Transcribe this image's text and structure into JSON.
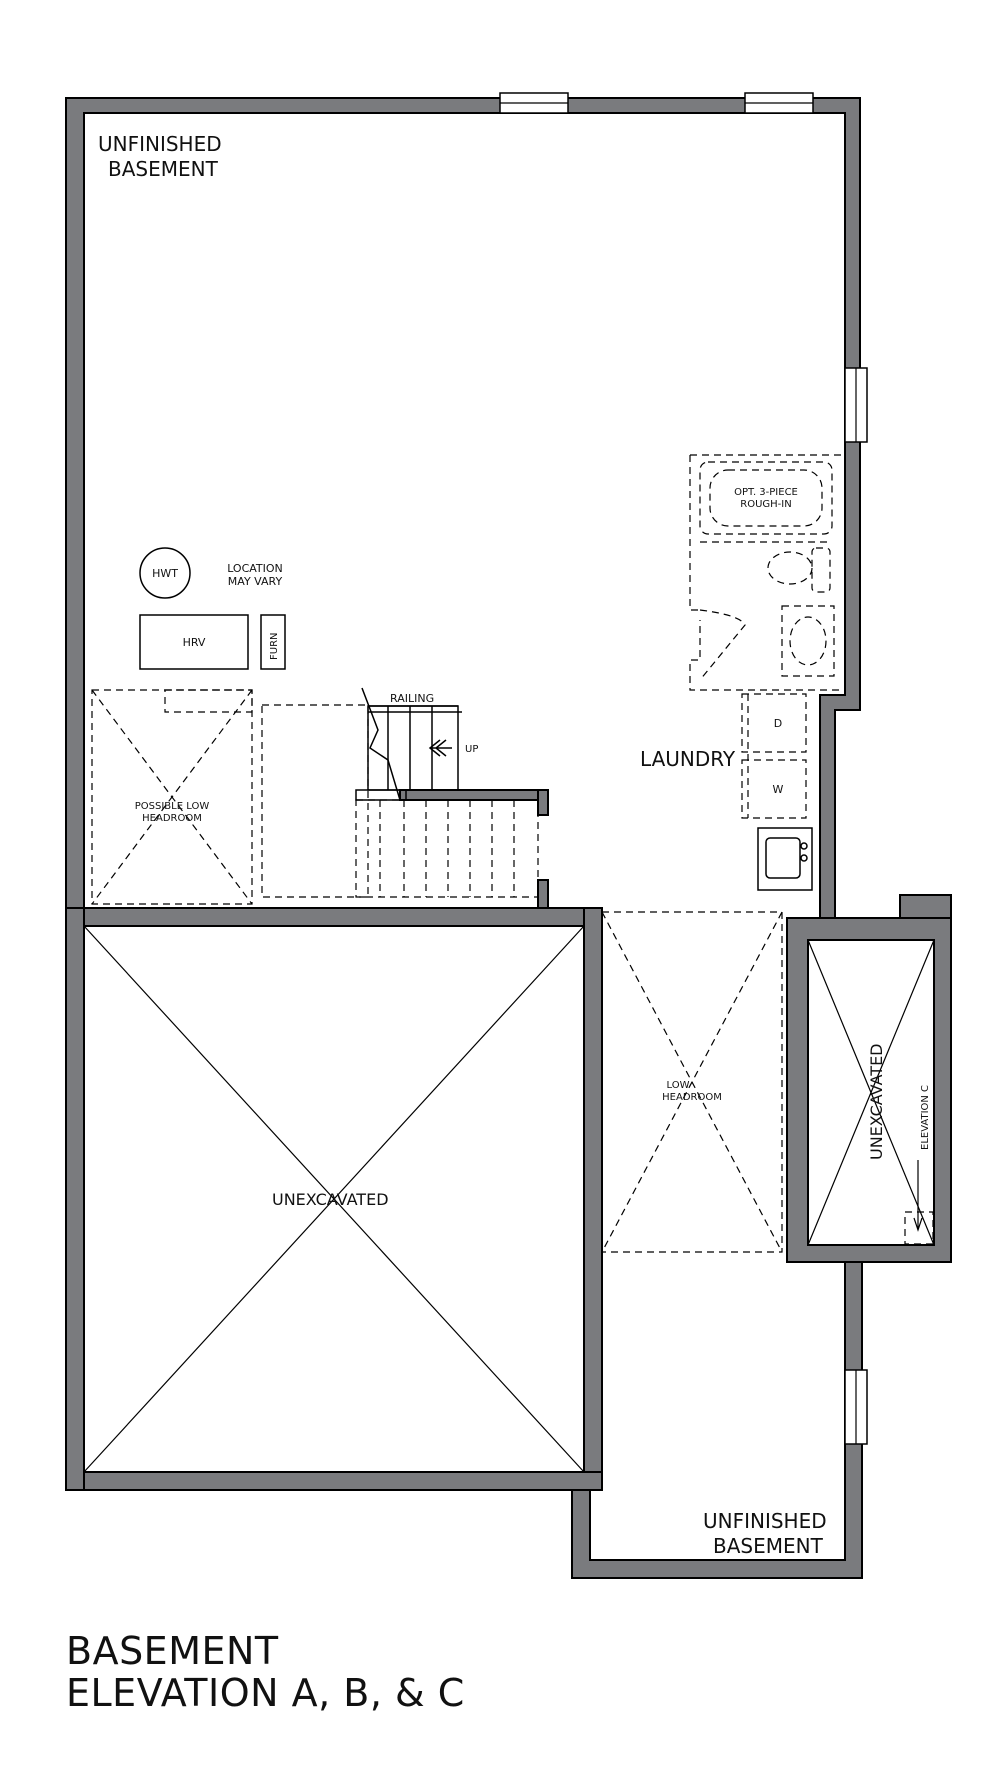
{
  "plan": {
    "rooms": {
      "unfinished_basement_top": [
        "UNFINISHED",
        "BASEMENT"
      ],
      "unfinished_basement_bottom": [
        "UNFINISHED",
        "BASEMENT"
      ],
      "unexcavated_main": "UNEXCAVATED",
      "unexcavated_side": "UNEXCAVATED",
      "laundry": "LAUNDRY",
      "low_headroom": [
        "LOW",
        "HEADROOM"
      ],
      "possible_low_headroom": [
        "POSSIBLE LOW",
        "HEADROOM"
      ]
    },
    "fixtures": {
      "hwt": "HWT",
      "location_note": [
        "LOCATION",
        "MAY VARY"
      ],
      "hrv": "HRV",
      "furn": "FURN",
      "railing": "RAILING",
      "up": "UP",
      "rough_in": [
        "OPT. 3-PIECE",
        "ROUGH-IN"
      ],
      "dryer": "D",
      "washer": "W",
      "elevation_c": "ELEVATION C"
    }
  },
  "caption": {
    "line1": "BASEMENT",
    "line2": "ELEVATION A, B, & C"
  },
  "colors": {
    "wall": "#7a7b7e",
    "line": "#000000",
    "background": "#ffffff"
  }
}
